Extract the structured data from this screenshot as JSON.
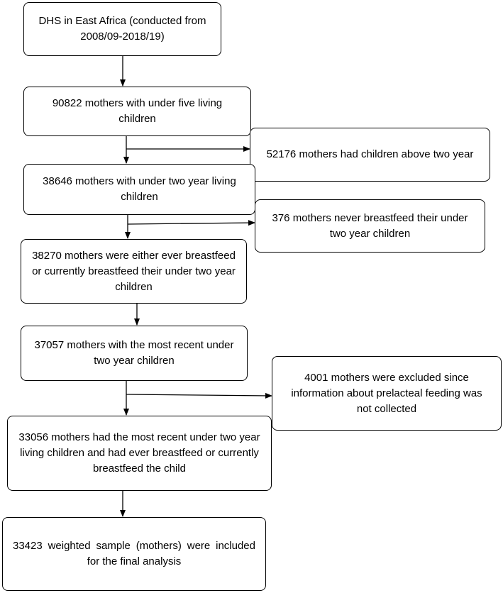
{
  "flowchart": {
    "steps": [
      {
        "label": "DHS in East Africa (conducted from 2008/09-2018/19)"
      },
      {
        "label": "90822 mothers with under five living children"
      },
      {
        "label": "38646 mothers with under two year living children"
      },
      {
        "label": "38270 mothers were either ever breastfeed or currently breastfeed their under two year children"
      },
      {
        "label": "37057 mothers with the most recent under two year children"
      },
      {
        "label": "33056 mothers had the most recent under two year living children and had ever breastfeed or currently breastfeed the child"
      },
      {
        "label": "33423 weighted sample (mothers) were included for the final analysis"
      }
    ],
    "exclusions": [
      {
        "label": "52176 mothers had children above two year"
      },
      {
        "label": "376 mothers never breastfeed their under two year children"
      },
      {
        "label": "4001 mothers were excluded since information about prelacteal feeding was not collected"
      }
    ]
  }
}
